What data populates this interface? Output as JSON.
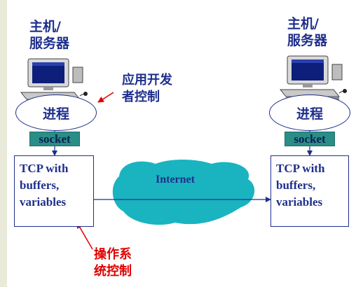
{
  "left_host": {
    "label": "主机/\n服务器",
    "process": "进程",
    "socket": "socket",
    "tcp": "TCP with\nbuffers,\nvariables"
  },
  "right_host": {
    "label": "主机/\n服务器",
    "process": "进程",
    "socket": "socket",
    "tcp": "TCP with\nbuffers,\nvariables"
  },
  "annotations": {
    "app_control": "应用开发\n者控制",
    "os_control": "操作系\n统控制"
  },
  "network": {
    "label": "Internet"
  },
  "colors": {
    "label_blue": "#1f2f8c",
    "annotation_red": "#e00000",
    "socket_teal": "#2a8e86",
    "cloud_cyan": "#19b4c0",
    "page_border": "#eaeadb"
  }
}
